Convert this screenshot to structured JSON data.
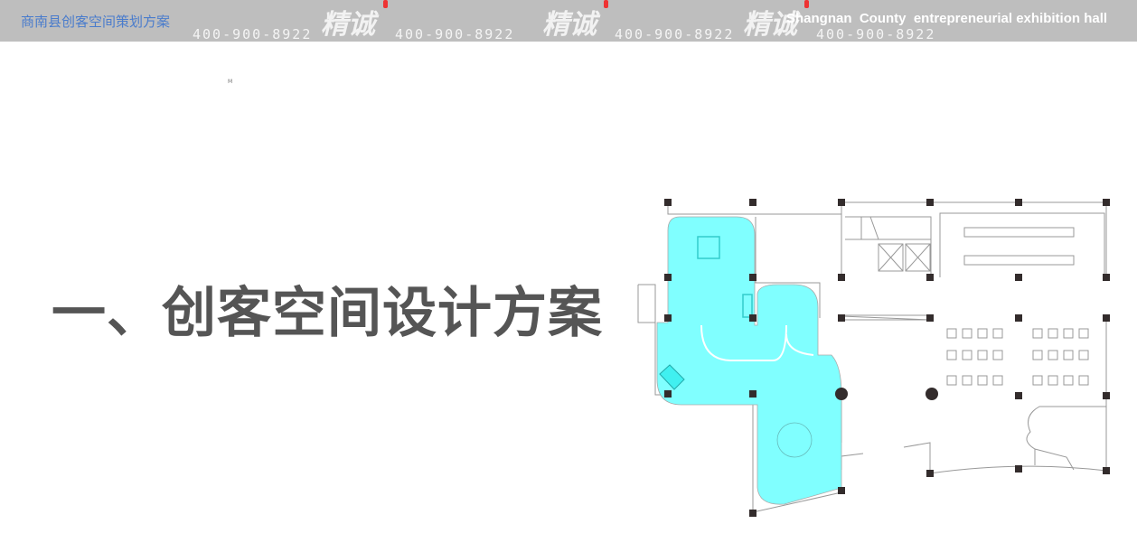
{
  "header": {
    "title": "商南县创客空间策划方案",
    "subtitle_en": "Shangnan  County  entrepreneurial exhibition hall",
    "watermark_phone": "400-900-8922",
    "watermark_logo": "精诚",
    "background_color": "#bebebe",
    "title_color": "#4a7ccc"
  },
  "slide": {
    "small_mark": "M",
    "heading": "一、创客空间设计方案",
    "heading_color": "#555555"
  },
  "floor_plan": {
    "highlight_color": "#80ffff"
  }
}
